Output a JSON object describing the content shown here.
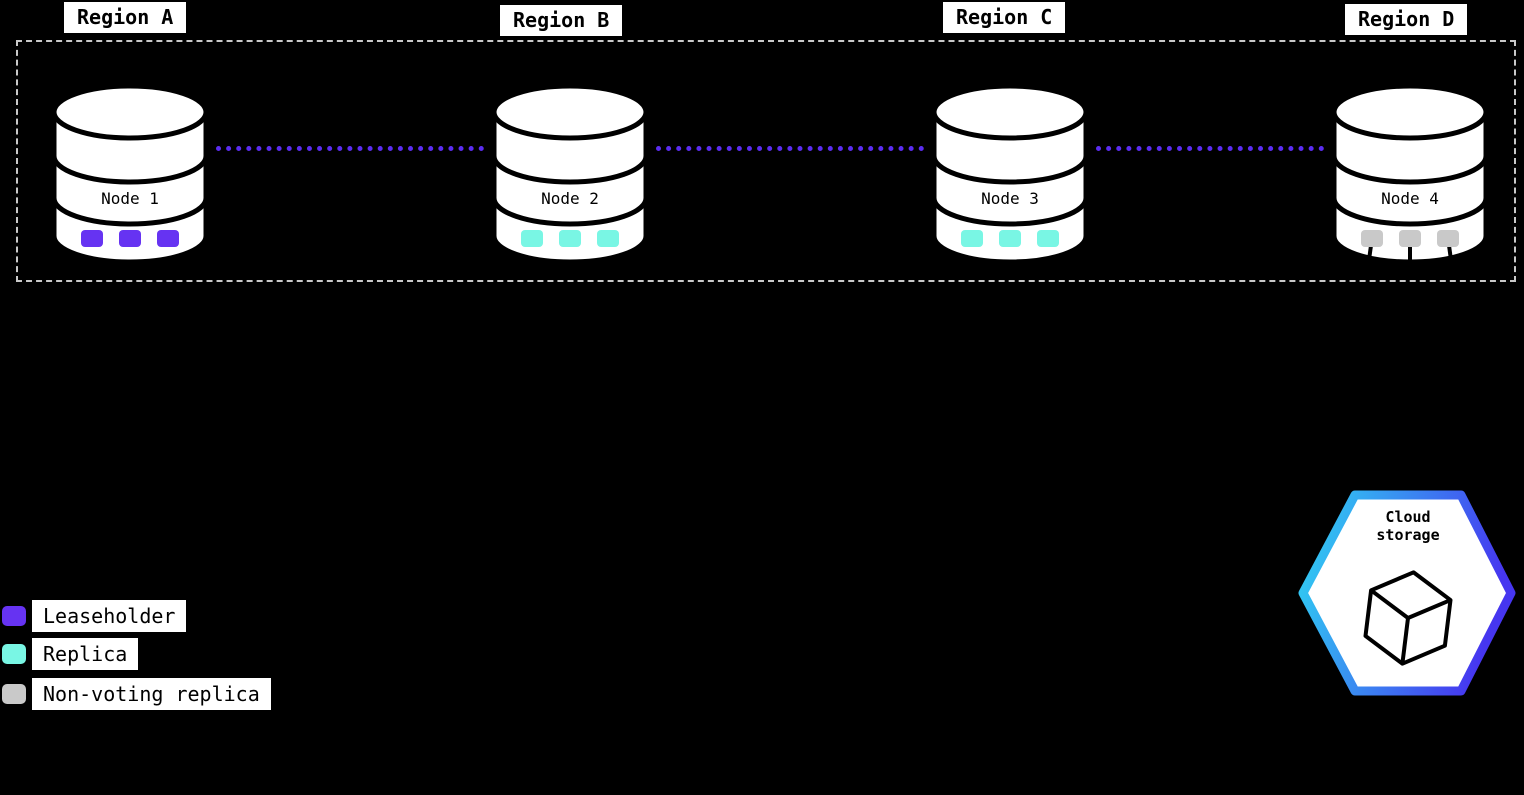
{
  "diagram": {
    "boundary": {
      "style": "dashed"
    },
    "regions": [
      {
        "label": "Region A",
        "node": "Node 1",
        "replica_type": "leaseholder"
      },
      {
        "label": "Region B",
        "node": "Node 2",
        "replica_type": "replica"
      },
      {
        "label": "Region C",
        "node": "Node 3",
        "replica_type": "replica"
      },
      {
        "label": "Region D",
        "node": "Node 4",
        "replica_type": "non-voting-replica"
      }
    ],
    "legend": [
      {
        "label": "Leaseholder",
        "color": "#6633f2"
      },
      {
        "label": "Replica",
        "color": "#79f6e4"
      },
      {
        "label": "Non-voting replica",
        "color": "#c9c9c9"
      }
    ],
    "cloud_storage": {
      "label_line1": "Cloud",
      "label_line2": "storage"
    },
    "colors": {
      "background": "#000000",
      "leaseholder": "#6633f2",
      "replica": "#79f6e4",
      "non_voting_replica": "#c9c9c9",
      "connector_dotted": "#5b2df0",
      "boundary_dash": "#c9c9c9",
      "hex_gradient_start": "#2fd4f2",
      "hex_gradient_end": "#4636f0"
    }
  }
}
